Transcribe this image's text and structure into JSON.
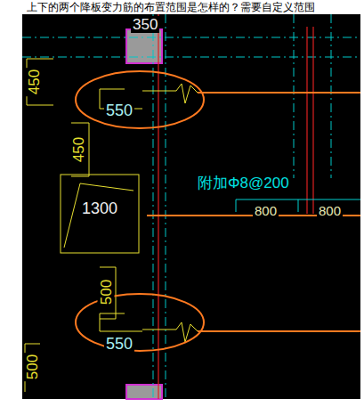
{
  "diagram": {
    "labels": [
      "上下的两个降板变力筋的布置范围是怎样的？需要自定义范围",
      "350",
      "450",
      "550",
      "450",
      "1300",
      "附加Φ8@200",
      "800",
      "800",
      "500",
      "550",
      "500"
    ]
  }
}
